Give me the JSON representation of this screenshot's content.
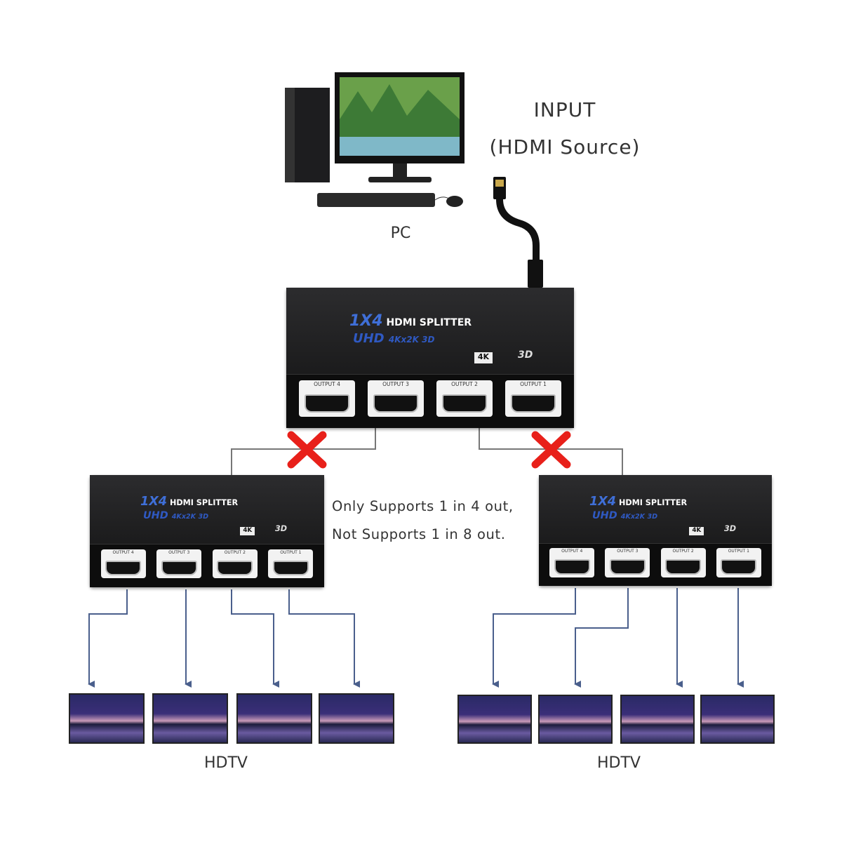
{
  "input": {
    "title": "INPUT",
    "subtitle": "(HDMI Source)"
  },
  "pc_label": "PC",
  "note": {
    "line1": "Only Supports 1 in 4 out,",
    "line2": "Not Supports 1 in 8 out."
  },
  "tv_labels": [
    "HDTV",
    "HDTV"
  ],
  "splitter": {
    "model": "1X4",
    "name": "HDMI SPLITTER",
    "spec_uhd": "UHD",
    "spec_res": "4Kx2K 3D",
    "badge_4k": "4K",
    "badge_3d": "3D",
    "ports": [
      "OUTPUT 4",
      "OUTPUT 3",
      "OUTPUT 2",
      "OUTPUT 1"
    ]
  },
  "colors": {
    "arrow": "#4a5f8c",
    "cross": "#e8201a",
    "line": "#777777"
  }
}
